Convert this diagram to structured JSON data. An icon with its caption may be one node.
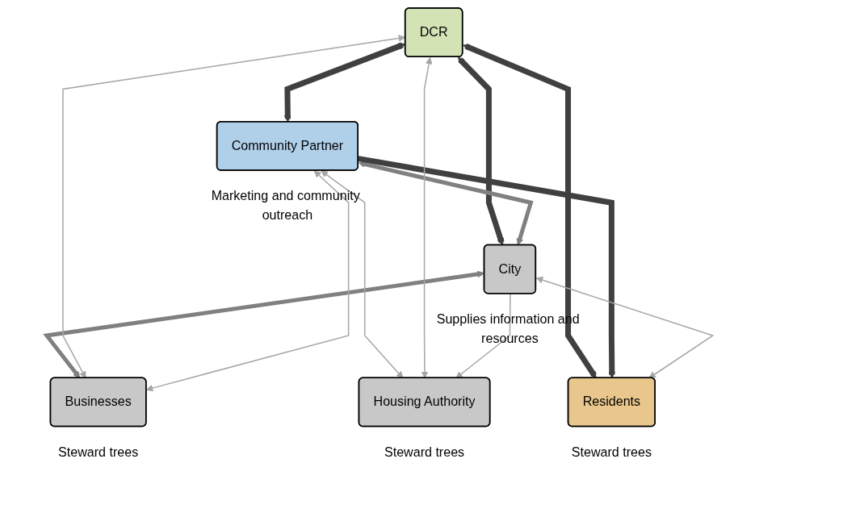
{
  "diagram": {
    "nodes": [
      {
        "text": [
          "DCR"
        ]
      },
      {
        "text": [
          "Community Partner"
        ],
        "beside": [
          "Marketing and community outreach"
        ]
      },
      {
        "text": [
          "City"
        ],
        "beside": [
          "Supplies information and resources"
        ]
      },
      {
        "text": [
          "Housing Authority"
        ],
        "beside": [
          "Steward trees"
        ]
      },
      {
        "text": [
          "Residents"
        ],
        "beside": [
          "Steward trees"
        ]
      },
      {
        "text": [
          "Businesses"
        ],
        "beside": [
          "Steward trees"
        ]
      }
    ],
    "edges": [
      {
        "from": 0,
        "to": 1,
        "arrow": "both",
        "style": "thick",
        "color": "#404040"
      },
      {
        "from": 0,
        "to": 2,
        "arrow": "both",
        "style": "thick",
        "color": "#404040"
      },
      {
        "from": 0,
        "to": 4,
        "arrow": "both",
        "style": "thick",
        "color": "#404040"
      },
      {
        "from": 1,
        "to": 2,
        "arrow": "both",
        "style": "thick",
        "color": "#808080"
      },
      {
        "from": 1,
        "to": 4,
        "arrow": "to",
        "style": "thick",
        "color": "#404040"
      },
      {
        "from": 2,
        "to": 5,
        "arrow": "both",
        "style": "thick",
        "color": "#808080"
      },
      {
        "from": 1,
        "to": 3,
        "arrow": "both"
      },
      {
        "from": 0,
        "to": 3,
        "arrow": "both"
      },
      {
        "from": 0,
        "to": 5,
        "arrow": "both"
      },
      {
        "from": 2,
        "to": 3,
        "arrow": "to"
      },
      {
        "from": 2,
        "to": 4,
        "arrow": "both"
      },
      {
        "from": 1,
        "to": 5,
        "arrow": "both"
      }
    ]
  }
}
